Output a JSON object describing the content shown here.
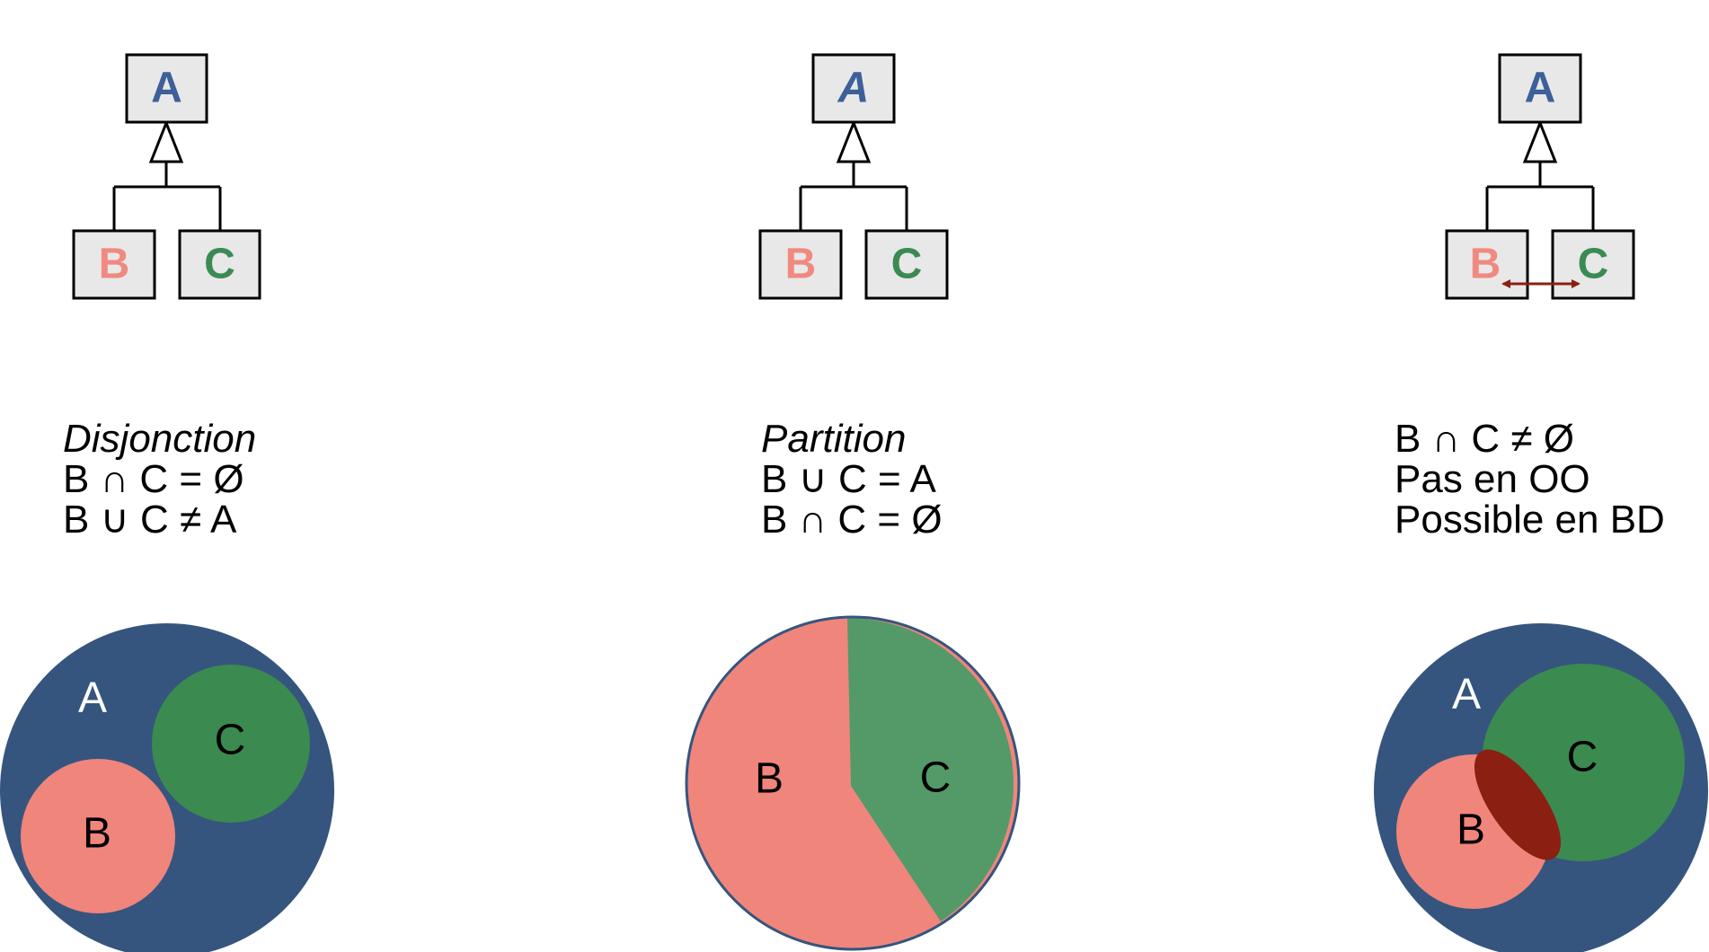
{
  "colors": {
    "box_fill": "#e8e8e8",
    "box_stroke": "#000000",
    "letter_a": "#3d5f9a",
    "letter_b": "#f08a80",
    "letter_c": "#3b8a54",
    "venn_a": "#35557e",
    "venn_b": "#f0857c",
    "venn_c": "#3b8a50",
    "venn_c_partition": "#539a68",
    "overlap": "#8b2012",
    "arrow": "#8b2012"
  },
  "panels": [
    {
      "id": "disjonction",
      "hierarchy": {
        "parent": "A",
        "children": [
          "B",
          "C"
        ],
        "parent_italic": false,
        "overlap_arrow": false
      },
      "caption": {
        "title": "Disjonction",
        "lines": [
          "B ∩ C = Ø",
          "B ∪ C ≠ A"
        ]
      },
      "venn": {
        "outer": "A",
        "b": "B",
        "c": "C"
      }
    },
    {
      "id": "partition",
      "hierarchy": {
        "parent": "A",
        "children": [
          "B",
          "C"
        ],
        "parent_italic": true,
        "overlap_arrow": false
      },
      "caption": {
        "title": "Partition",
        "lines": [
          "B ∪ C = A",
          "B ∩ C = Ø"
        ]
      },
      "venn": {
        "b": "B",
        "c": "C"
      }
    },
    {
      "id": "overlap",
      "hierarchy": {
        "parent": "A",
        "children": [
          "B",
          "C"
        ],
        "parent_italic": false,
        "overlap_arrow": true
      },
      "caption": {
        "title": "",
        "lines": [
          "B ∩ C ≠ Ø",
          "Pas en OO",
          "Possible en BD"
        ]
      },
      "venn": {
        "outer": "A",
        "b": "B",
        "c": "C"
      }
    }
  ]
}
